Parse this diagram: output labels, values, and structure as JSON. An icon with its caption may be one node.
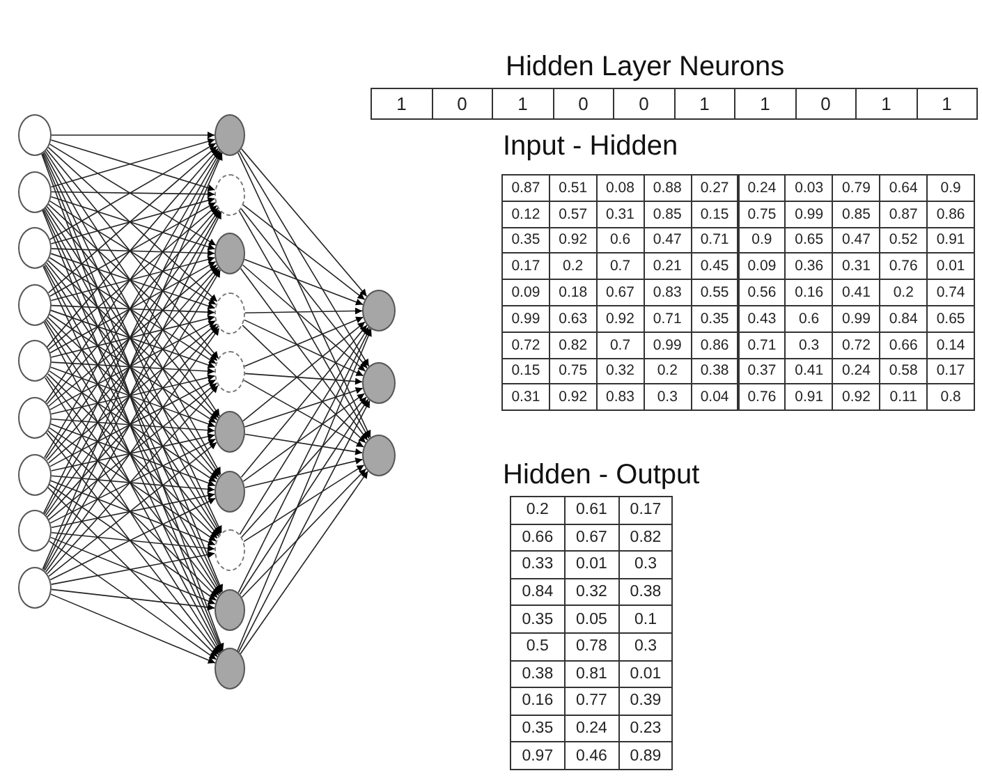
{
  "diagram": {
    "nodes": [
      {
        "text": [],
        "shape": "circle"
      },
      {
        "text": [],
        "shape": "circle"
      },
      {
        "text": [],
        "shape": "circle"
      },
      {
        "text": [],
        "shape": "circle"
      },
      {
        "text": [],
        "shape": "circle"
      },
      {
        "text": [],
        "shape": "circle"
      },
      {
        "text": [],
        "shape": "circle"
      },
      {
        "text": [],
        "shape": "circle"
      },
      {
        "text": [],
        "shape": "circle"
      },
      {
        "text": [],
        "shape": "circle"
      },
      {
        "text": [],
        "shape": "circle"
      },
      {
        "text": [],
        "shape": "circle"
      },
      {
        "text": [],
        "shape": "circle"
      },
      {
        "text": [],
        "shape": "circle"
      },
      {
        "text": [],
        "shape": "circle"
      },
      {
        "text": [],
        "shape": "circle"
      },
      {
        "text": [],
        "shape": "circle"
      },
      {
        "text": [],
        "shape": "circle"
      },
      {
        "text": [],
        "shape": "circle"
      },
      {
        "text": [],
        "shape": "circle"
      },
      {
        "text": [],
        "shape": "circle"
      },
      {
        "text": [],
        "shape": "circle"
      }
    ],
    "edges": [
      {
        "from": 0,
        "to": 9,
        "arrow": "to"
      },
      {
        "from": 0,
        "to": 10,
        "arrow": "to"
      },
      {
        "from": 0,
        "to": 11,
        "arrow": "to"
      },
      {
        "from": 0,
        "to": 12,
        "arrow": "to"
      },
      {
        "from": 0,
        "to": 13,
        "arrow": "to"
      },
      {
        "from": 0,
        "to": 14,
        "arrow": "to"
      },
      {
        "from": 0,
        "to": 15,
        "arrow": "to"
      },
      {
        "from": 0,
        "to": 16,
        "arrow": "to"
      },
      {
        "from": 0,
        "to": 17,
        "arrow": "to"
      },
      {
        "from": 0,
        "to": 18,
        "arrow": "to"
      },
      {
        "from": 1,
        "to": 9,
        "arrow": "to"
      },
      {
        "from": 1,
        "to": 10,
        "arrow": "to"
      },
      {
        "from": 1,
        "to": 11,
        "arrow": "to"
      },
      {
        "from": 1,
        "to": 12,
        "arrow": "to"
      },
      {
        "from": 1,
        "to": 13,
        "arrow": "to"
      },
      {
        "from": 1,
        "to": 14,
        "arrow": "to"
      },
      {
        "from": 1,
        "to": 15,
        "arrow": "to"
      },
      {
        "from": 1,
        "to": 16,
        "arrow": "to"
      },
      {
        "from": 1,
        "to": 17,
        "arrow": "to"
      },
      {
        "from": 1,
        "to": 18,
        "arrow": "to"
      },
      {
        "from": 2,
        "to": 9,
        "arrow": "to"
      },
      {
        "from": 2,
        "to": 10,
        "arrow": "to"
      },
      {
        "from": 2,
        "to": 11,
        "arrow": "to"
      },
      {
        "from": 2,
        "to": 12,
        "arrow": "to"
      },
      {
        "from": 2,
        "to": 13,
        "arrow": "to"
      },
      {
        "from": 2,
        "to": 14,
        "arrow": "to"
      },
      {
        "from": 2,
        "to": 15,
        "arrow": "to"
      },
      {
        "from": 2,
        "to": 16,
        "arrow": "to"
      },
      {
        "from": 2,
        "to": 17,
        "arrow": "to"
      },
      {
        "from": 2,
        "to": 18,
        "arrow": "to"
      },
      {
        "from": 3,
        "to": 9,
        "arrow": "to"
      },
      {
        "from": 3,
        "to": 10,
        "arrow": "to"
      },
      {
        "from": 3,
        "to": 11,
        "arrow": "to"
      },
      {
        "from": 3,
        "to": 12,
        "arrow": "to"
      },
      {
        "from": 3,
        "to": 13,
        "arrow": "to"
      },
      {
        "from": 3,
        "to": 14,
        "arrow": "to"
      },
      {
        "from": 3,
        "to": 15,
        "arrow": "to"
      },
      {
        "from": 3,
        "to": 16,
        "arrow": "to"
      },
      {
        "from": 3,
        "to": 17,
        "arrow": "to"
      },
      {
        "from": 3,
        "to": 18,
        "arrow": "to"
      },
      {
        "from": 4,
        "to": 9,
        "arrow": "to"
      },
      {
        "from": 4,
        "to": 10,
        "arrow": "to"
      },
      {
        "from": 4,
        "to": 11,
        "arrow": "to"
      },
      {
        "from": 4,
        "to": 12,
        "arrow": "to"
      },
      {
        "from": 4,
        "to": 13,
        "arrow": "to"
      },
      {
        "from": 4,
        "to": 14,
        "arrow": "to"
      },
      {
        "from": 4,
        "to": 15,
        "arrow": "to"
      },
      {
        "from": 4,
        "to": 16,
        "arrow": "to"
      },
      {
        "from": 4,
        "to": 17,
        "arrow": "to"
      },
      {
        "from": 4,
        "to": 18,
        "arrow": "to"
      },
      {
        "from": 5,
        "to": 9,
        "arrow": "to"
      },
      {
        "from": 5,
        "to": 10,
        "arrow": "to"
      },
      {
        "from": 5,
        "to": 11,
        "arrow": "to"
      },
      {
        "from": 5,
        "to": 12,
        "arrow": "to"
      },
      {
        "from": 5,
        "to": 13,
        "arrow": "to"
      },
      {
        "from": 5,
        "to": 14,
        "arrow": "to"
      },
      {
        "from": 5,
        "to": 15,
        "arrow": "to"
      },
      {
        "from": 5,
        "to": 16,
        "arrow": "to"
      },
      {
        "from": 5,
        "to": 17,
        "arrow": "to"
      },
      {
        "from": 5,
        "to": 18,
        "arrow": "to"
      },
      {
        "from": 6,
        "to": 9,
        "arrow": "to"
      },
      {
        "from": 6,
        "to": 10,
        "arrow": "to"
      },
      {
        "from": 6,
        "to": 11,
        "arrow": "to"
      },
      {
        "from": 6,
        "to": 12,
        "arrow": "to"
      },
      {
        "from": 6,
        "to": 13,
        "arrow": "to"
      },
      {
        "from": 6,
        "to": 14,
        "arrow": "to"
      },
      {
        "from": 6,
        "to": 15,
        "arrow": "to"
      },
      {
        "from": 6,
        "to": 16,
        "arrow": "to"
      },
      {
        "from": 6,
        "to": 17,
        "arrow": "to"
      },
      {
        "from": 6,
        "to": 18,
        "arrow": "to"
      },
      {
        "from": 7,
        "to": 9,
        "arrow": "to"
      },
      {
        "from": 7,
        "to": 10,
        "arrow": "to"
      },
      {
        "from": 7,
        "to": 11,
        "arrow": "to"
      },
      {
        "from": 7,
        "to": 12,
        "arrow": "to"
      },
      {
        "from": 7,
        "to": 13,
        "arrow": "to"
      },
      {
        "from": 7,
        "to": 14,
        "arrow": "to"
      },
      {
        "from": 7,
        "to": 15,
        "arrow": "to"
      },
      {
        "from": 7,
        "to": 16,
        "arrow": "to"
      },
      {
        "from": 7,
        "to": 17,
        "arrow": "to"
      },
      {
        "from": 7,
        "to": 18,
        "arrow": "to"
      },
      {
        "from": 8,
        "to": 9,
        "arrow": "to"
      },
      {
        "from": 8,
        "to": 10,
        "arrow": "to"
      },
      {
        "from": 8,
        "to": 11,
        "arrow": "to"
      },
      {
        "from": 8,
        "to": 12,
        "arrow": "to"
      },
      {
        "from": 8,
        "to": 13,
        "arrow": "to"
      },
      {
        "from": 8,
        "to": 14,
        "arrow": "to"
      },
      {
        "from": 8,
        "to": 15,
        "arrow": "to"
      },
      {
        "from": 8,
        "to": 16,
        "arrow": "to"
      },
      {
        "from": 8,
        "to": 17,
        "arrow": "to"
      },
      {
        "from": 8,
        "to": 18,
        "arrow": "to"
      },
      {
        "from": 9,
        "to": 19,
        "arrow": "to"
      },
      {
        "from": 9,
        "to": 20,
        "arrow": "to"
      },
      {
        "from": 9,
        "to": 21,
        "arrow": "to"
      },
      {
        "from": 10,
        "to": 19,
        "arrow": "to"
      },
      {
        "from": 10,
        "to": 20,
        "arrow": "to"
      },
      {
        "from": 10,
        "to": 21,
        "arrow": "to"
      },
      {
        "from": 11,
        "to": 19,
        "arrow": "to"
      },
      {
        "from": 11,
        "to": 20,
        "arrow": "to"
      },
      {
        "from": 11,
        "to": 21,
        "arrow": "to"
      },
      {
        "from": 12,
        "to": 19,
        "arrow": "to"
      },
      {
        "from": 12,
        "to": 20,
        "arrow": "to"
      },
      {
        "from": 12,
        "to": 21,
        "arrow": "to"
      },
      {
        "from": 13,
        "to": 19,
        "arrow": "to"
      },
      {
        "from": 13,
        "to": 20,
        "arrow": "to"
      },
      {
        "from": 13,
        "to": 21,
        "arrow": "to"
      },
      {
        "from": 14,
        "to": 19,
        "arrow": "to"
      },
      {
        "from": 14,
        "to": 20,
        "arrow": "to"
      },
      {
        "from": 14,
        "to": 21,
        "arrow": "to"
      },
      {
        "from": 15,
        "to": 19,
        "arrow": "to"
      },
      {
        "from": 15,
        "to": 20,
        "arrow": "to"
      },
      {
        "from": 15,
        "to": 21,
        "arrow": "to"
      },
      {
        "from": 16,
        "to": 19,
        "arrow": "to"
      },
      {
        "from": 16,
        "to": 20,
        "arrow": "to"
      },
      {
        "from": 16,
        "to": 21,
        "arrow": "to"
      },
      {
        "from": 17,
        "to": 19,
        "arrow": "to"
      },
      {
        "from": 17,
        "to": 20,
        "arrow": "to"
      },
      {
        "from": 17,
        "to": 21,
        "arrow": "to"
      },
      {
        "from": 18,
        "to": 19,
        "arrow": "to"
      },
      {
        "from": 18,
        "to": 20,
        "arrow": "to"
      },
      {
        "from": 18,
        "to": 21,
        "arrow": "to"
      }
    ],
    "labels": [
      "Hidden Layer Neurons",
      "1",
      "0",
      "1",
      "0",
      "0",
      "1",
      "1",
      "0",
      "1",
      "1",
      "Input - Hidden",
      "0.87",
      "0.51",
      "0.08",
      "0.88",
      "0.27",
      "0.24",
      "0.03",
      "0.79",
      "0.64",
      "0.9",
      "0.12",
      "0.57",
      "0.31",
      "0.85",
      "0.15",
      "0.75",
      "0.99",
      "0.85",
      "0.87",
      "0.86",
      "0.35",
      "0.92",
      "0.6",
      "0.47",
      "0.71",
      "0.9",
      "0.65",
      "0.47",
      "0.52",
      "0.91",
      "0.17",
      "0.2",
      "0.7",
      "0.21",
      "0.45",
      "0.09",
      "0.36",
      "0.31",
      "0.76",
      "0.01",
      "0.09",
      "0.18",
      "0.67",
      "0.83",
      "0.55",
      "0.56",
      "0.16",
      "0.41",
      "0.2",
      "0.74",
      "0.99",
      "0.63",
      "0.92",
      "0.71",
      "0.35",
      "0.43",
      "0.6",
      "0.99",
      "0.84",
      "0.65",
      "0.72",
      "0.82",
      "0.7",
      "0.99",
      "0.86",
      "0.71",
      "0.3",
      "0.72",
      "0.66",
      "0.14",
      "0.15",
      "0.75",
      "0.32",
      "0.2",
      "0.38",
      "0.37",
      "0.41",
      "0.24",
      "0.58",
      "0.17",
      "0.31",
      "0.92",
      "0.83",
      "0.3",
      "0.04",
      "0.76",
      "0.91",
      "0.92",
      "0.11",
      "0.8",
      "Hidden - Output",
      "0.2",
      "0.61",
      "0.17",
      "0.66",
      "0.67",
      "0.82",
      "0.33",
      "0.01",
      "0.3",
      "0.84",
      "0.32",
      "0.38",
      "0.35",
      "0.05",
      "0.1",
      "0.5",
      "0.78",
      "0.3",
      "0.38",
      "0.81",
      "0.01",
      "0.16",
      "0.77",
      "0.39",
      "0.35",
      "0.24",
      "0.23",
      "0.97",
      "0.46",
      "0.89"
    ]
  }
}
